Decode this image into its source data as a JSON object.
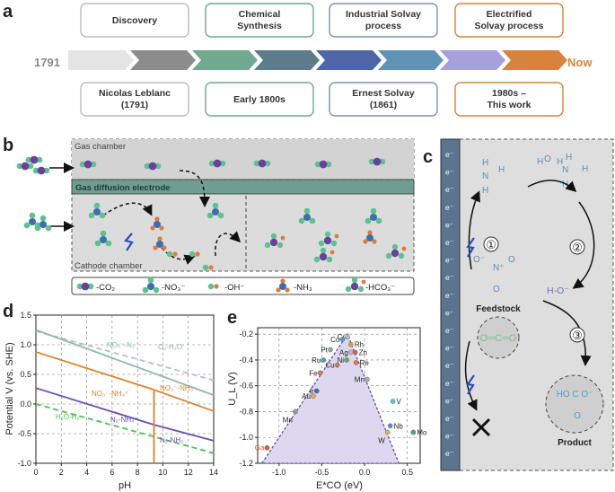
{
  "panel_a": {
    "letter": "a",
    "start": "1791",
    "end": "Now",
    "top_boxes": [
      {
        "lines": [
          "Discovery"
        ]
      },
      {
        "lines": [
          "Chemical",
          "Synthesis"
        ]
      },
      {
        "lines": [
          "Industrial Solvay",
          "process"
        ]
      },
      {
        "lines": [
          "Electrified",
          "Solvay process"
        ]
      }
    ],
    "bottom_boxes": [
      {
        "lines": [
          "Nicolas Leblanc",
          "(1791)"
        ]
      },
      {
        "lines": [
          "Early 1800s"
        ]
      },
      {
        "lines": [
          "Ernest Solvay",
          "(1861)"
        ]
      },
      {
        "lines": [
          "1980s –",
          "This work"
        ]
      }
    ],
    "arrow_colors": [
      "#e4e4e4",
      "#8c8c8c",
      "#6fa98f",
      "#5c7c8c",
      "#4c66a8",
      "#5f93b6",
      "#a6a0dc",
      "#d8833c"
    ]
  },
  "panel_b": {
    "letter": "b",
    "gas_chamber": "Gas chamber",
    "gde": "Gas diffusion electrode",
    "cathode_chamber": "Cathode chamber",
    "legend": [
      "-CO₂",
      "-NO₃⁻",
      "-OH⁻",
      "-NH₃",
      "-HCO₃⁻"
    ]
  },
  "panel_c": {
    "letter": "c",
    "electron": "e⁻",
    "steps": [
      "①",
      "②",
      "③"
    ],
    "feedstock": "Feedstock",
    "product": "Product",
    "ho_label": "H-O⁻"
  },
  "panel_d": {
    "letter": "d",
    "xlabel": "pH",
    "ylabel": "Potential V (vs. SHE)",
    "x_ticks": [
      "0",
      "2",
      "4",
      "6",
      "8",
      "10",
      "12",
      "14"
    ],
    "y_ticks": [
      "1.5",
      "1.0",
      "0.5",
      "0.0",
      "-0.5",
      "-1.0"
    ],
    "line_labels": [
      "NO₃⁻-N₂",
      "O₂-H₂O",
      "NO₃⁻-NH₄⁺",
      "NO₃⁻-NH₃",
      "H₂O-H₂",
      "N₂-NH₄⁺",
      "N₂-NH₃"
    ]
  },
  "panel_e": {
    "letter": "e",
    "xlabel": "E*CO (eV)",
    "ylabel": "U_L (V)",
    "x_ticks": [
      "-1.0",
      "-0.5",
      "0.0",
      "0.5"
    ],
    "y_ticks": [
      "-0.2",
      "-0.4",
      "-0.6",
      "-0.8",
      "-1.0",
      "-1.2"
    ]
  },
  "chart_data": [
    {
      "type": "line",
      "xlabel": "pH",
      "ylabel": "Potential V (vs. SHE)",
      "xlim": [
        0,
        14
      ],
      "ylim": [
        -1.0,
        1.5
      ],
      "series": [
        {
          "name": "O₂-H₂O",
          "x": [
            0,
            14
          ],
          "y": [
            1.23,
            0.4
          ],
          "color": "#b7bcd0",
          "dash": true
        },
        {
          "name": "NO₃⁻-N₂",
          "x": [
            0,
            14
          ],
          "y": [
            1.25,
            0.15
          ],
          "color": "#8fb8ac",
          "dash": false
        },
        {
          "name": "NO₃⁻-NH₄⁺",
          "x": [
            0,
            9.3
          ],
          "y": [
            0.88,
            0.24
          ],
          "color": "#d9822b",
          "dash": false
        },
        {
          "name": "NO₃⁻-NH₃",
          "x": [
            9.3,
            14
          ],
          "y": [
            0.24,
            -0.12
          ],
          "color": "#d9822b",
          "dash": false
        },
        {
          "name": "H₂O-H₂",
          "x": [
            0,
            14
          ],
          "y": [
            0.0,
            -0.83
          ],
          "color": "#49c24a",
          "dash": true
        },
        {
          "name": "N₂-NH₄⁺",
          "x": [
            0,
            9.3
          ],
          "y": [
            0.27,
            -0.35
          ],
          "color": "#6a4fb0",
          "dash": false
        },
        {
          "name": "N₂-NH₃",
          "x": [
            9.3,
            14
          ],
          "y": [
            -0.35,
            -0.62
          ],
          "color": "#6a4fb0",
          "dash": false
        },
        {
          "name": "",
          "x": [
            9.3,
            9.3
          ],
          "y": [
            0.24,
            -1.0
          ],
          "color": "#d9822b",
          "dash": false
        }
      ],
      "grid": true
    },
    {
      "type": "scatter",
      "xlabel": "E*CO (eV)",
      "ylabel": "U_L (V)",
      "xlim": [
        -1.25,
        0.65
      ],
      "ylim": [
        -1.2,
        -0.15
      ],
      "points": [
        {
          "label": "Cr",
          "x": -0.2,
          "y": -0.22,
          "color": "#bbbbbb"
        },
        {
          "label": "Co",
          "x": -0.26,
          "y": -0.24,
          "color": "#4c9fd4"
        },
        {
          "label": "Rh",
          "x": -0.16,
          "y": -0.28,
          "color": "#e09b3d"
        },
        {
          "label": "Pt",
          "x": -0.4,
          "y": -0.32,
          "color": "#7fbf7f"
        },
        {
          "label": "Ag",
          "x": -0.16,
          "y": -0.34,
          "color": "#bbbbbb"
        },
        {
          "label": "Zn",
          "x": -0.11,
          "y": -0.34,
          "color": "#e05a5a"
        },
        {
          "label": "Ru",
          "x": -0.48,
          "y": -0.4,
          "color": "#4aa3b3"
        },
        {
          "label": "Ni",
          "x": -0.21,
          "y": -0.4,
          "color": "#58b05a"
        },
        {
          "label": "Re",
          "x": -0.1,
          "y": -0.42,
          "color": "#e07b39"
        },
        {
          "label": "Cu",
          "x": -0.32,
          "y": -0.44,
          "color": "#c0804a"
        },
        {
          "label": "Fe",
          "x": -0.52,
          "y": -0.5,
          "color": "#e07b39"
        },
        {
          "label": "Mn",
          "x": 0.03,
          "y": -0.55,
          "color": "#aaaaaa"
        },
        {
          "label": "Ir",
          "x": -0.56,
          "y": -0.64,
          "color": "#3d6fb0"
        },
        {
          "label": "Au",
          "x": -0.6,
          "y": -0.68,
          "color": "#e0b040"
        },
        {
          "label": "V",
          "x": 0.33,
          "y": -0.72,
          "color": "#56c7d8"
        },
        {
          "label": "Mn",
          "x": -0.81,
          "y": -0.8,
          "color": "#999999"
        },
        {
          "label": "Nb",
          "x": 0.3,
          "y": -0.91,
          "color": "#5b8cd6"
        },
        {
          "label": "W",
          "x": 0.27,
          "y": -0.96,
          "color": "#e0b060"
        },
        {
          "label": "Mo",
          "x": 0.57,
          "y": -0.96,
          "color": "#3fae6a"
        },
        {
          "label": "Ga",
          "x": -1.14,
          "y": -1.08,
          "color": "#e05a3a"
        }
      ],
      "grid": true
    }
  ]
}
